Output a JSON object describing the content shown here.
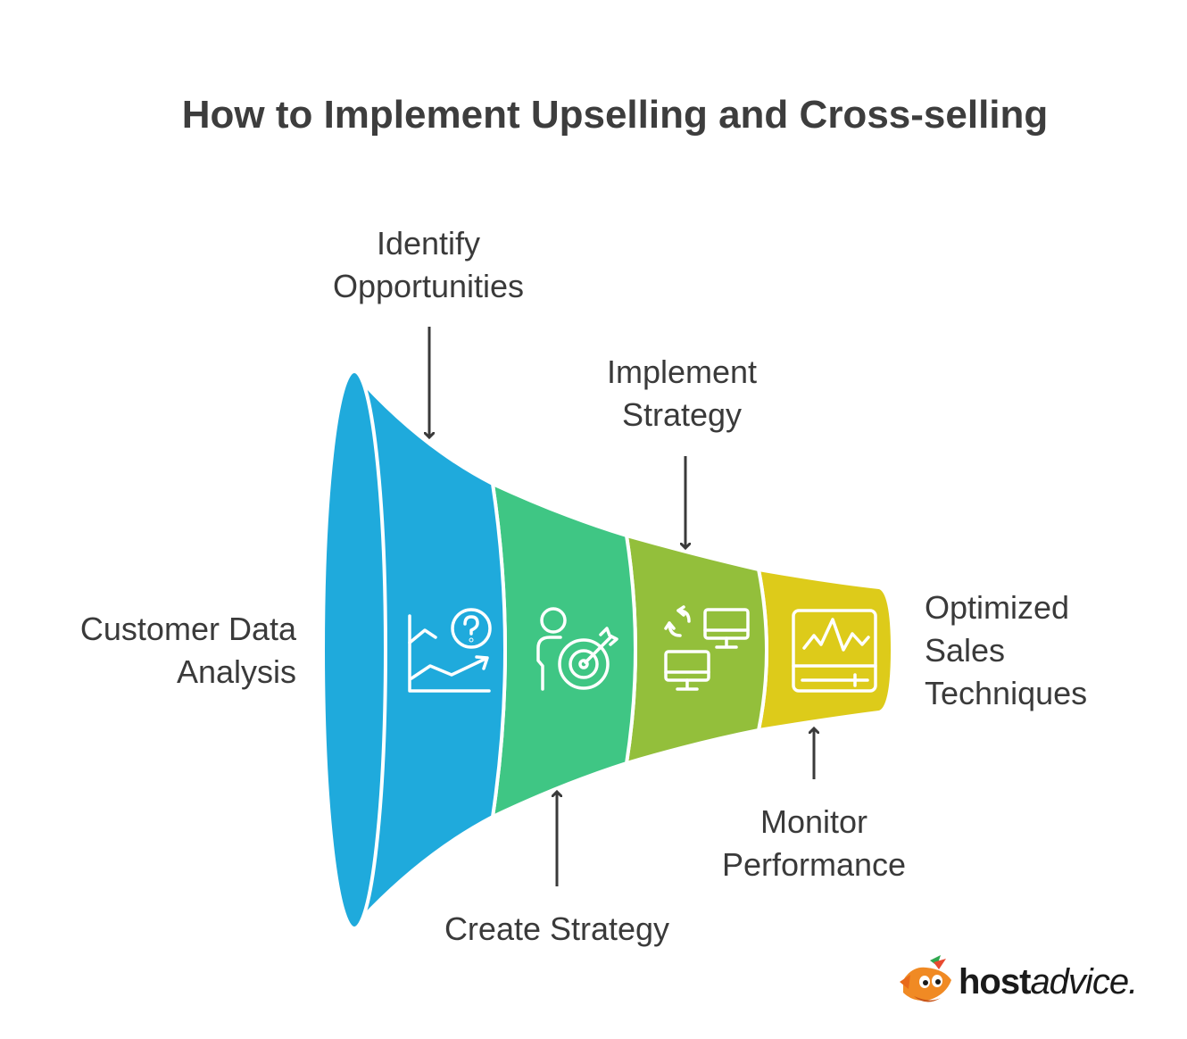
{
  "title": "How to Implement Upselling and Cross-selling",
  "stages": [
    {
      "label": "Customer Data\nAnalysis",
      "color": "#1faadc",
      "icon": "analytics-question-icon"
    },
    {
      "label": "Identify\nOpportunities",
      "color": "#1faadc",
      "icon": "analytics-question-icon"
    },
    {
      "label": "Create Strategy",
      "color": "#3fc684",
      "icon": "person-target-icon"
    },
    {
      "label": "Implement\nStrategy",
      "color": "#93bf3b",
      "icon": "monitors-sync-icon"
    },
    {
      "label": "Monitor\nPerformance",
      "color": "#ddcb1a",
      "icon": "monitor-chart-icon"
    },
    {
      "label": "Optimized\nSales\nTechniques",
      "color": "#ddcb1a",
      "icon": ""
    }
  ],
  "brand": {
    "part1": "host",
    "part2": "advice."
  }
}
